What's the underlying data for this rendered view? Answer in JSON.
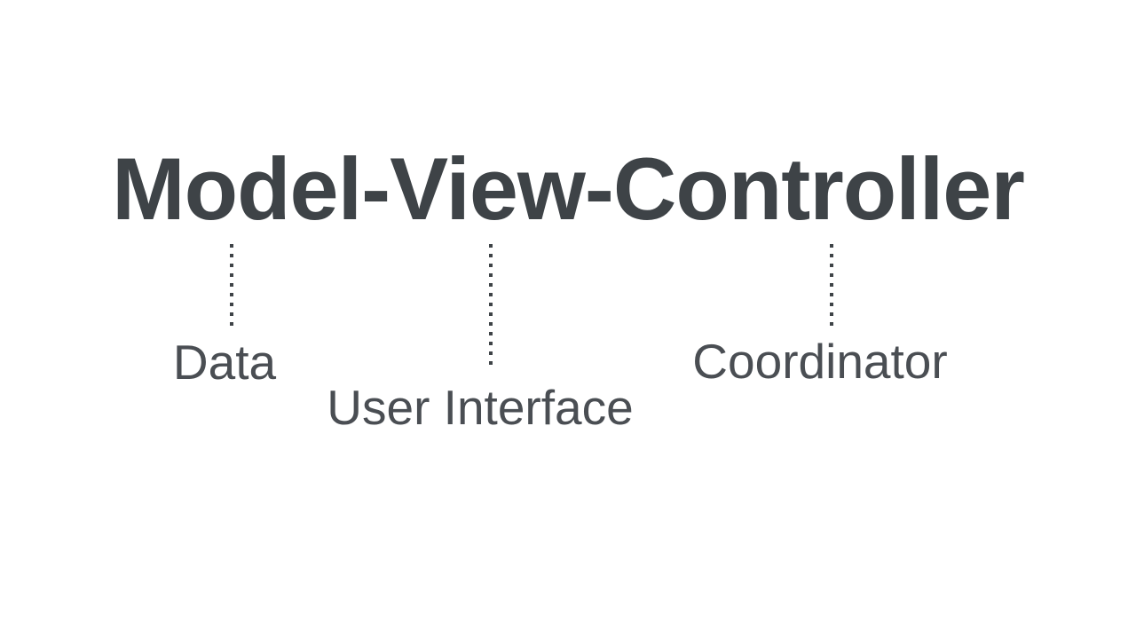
{
  "title": {
    "text": "Model-View-Controller"
  },
  "annotations": [
    {
      "term": "Model",
      "label": "Data"
    },
    {
      "term": "View",
      "label": "User Interface"
    },
    {
      "term": "Controller",
      "label": "Coordinator"
    }
  ],
  "colors": {
    "background": "#ffffff",
    "title_text": "#3e4347",
    "label_text": "#4a4e53",
    "connector": "#3e4347"
  }
}
